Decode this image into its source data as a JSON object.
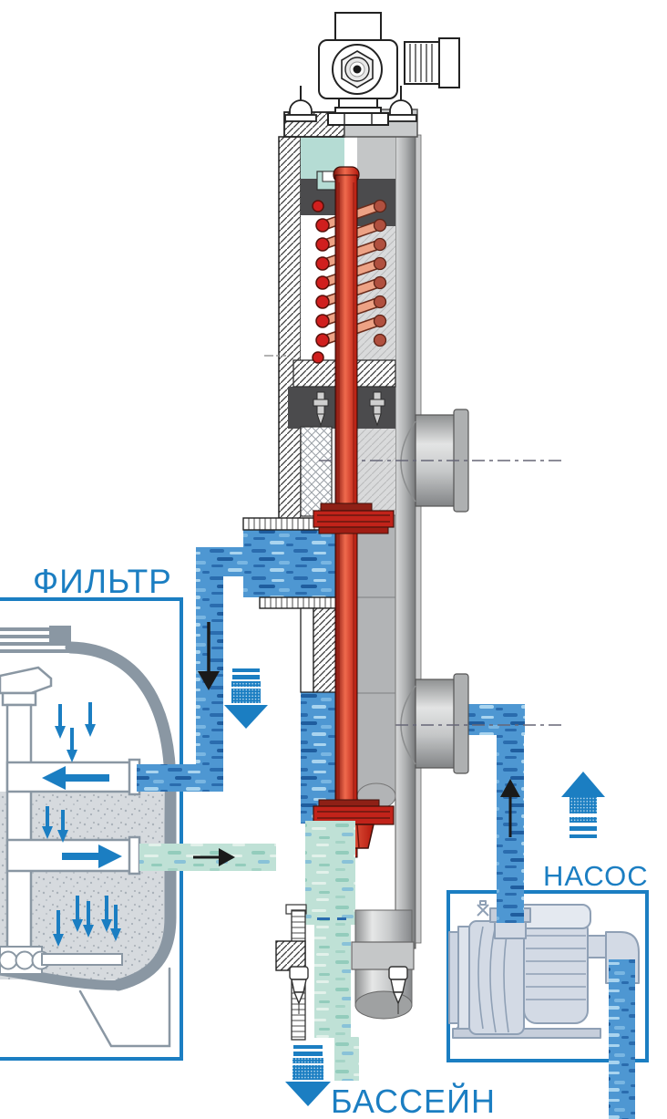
{
  "diagram": {
    "type": "technical-illustration",
    "description": "Cross-section of an automatic backwash valve with spring and stem, connected to a sand filter, a pump and a pool",
    "labels": {
      "filter": "ФИЛЬТР",
      "pump": "НАСОС",
      "pool": "БАССЕЙН"
    },
    "colors": {
      "label_blue": "#1b7ec2",
      "box_border": "#1b7ec2",
      "arrow_blue": "#1b7ec2",
      "arrow_black": "#1a1a1a",
      "water_dark_blue": "#4e97d2",
      "water_light_teal": "#bfe1d6",
      "valve_stem_red": "#d8402c",
      "spring_copper": "#eda285",
      "seal_dark_red": "#c1231a",
      "valve_body_gray": "#b9bbbd",
      "gland_dark_gray": "#4b4b4d",
      "filter_outline_gray": "#8a97a3",
      "pump_outline_blue_gray": "#8fa0b5",
      "sand_gray": "#d6dade"
    },
    "flows": [
      {
        "id": "valve-to-filter",
        "direction": "down",
        "water": "dark-blue"
      },
      {
        "id": "inside-filter",
        "direction": "down",
        "water": "dark-blue"
      },
      {
        "id": "filter-to-valve",
        "direction": "right",
        "water": "light-teal"
      },
      {
        "id": "pump-to-valve",
        "direction": "up",
        "water": "dark-blue"
      },
      {
        "id": "valve-to-pool",
        "direction": "down",
        "water": "light-teal"
      }
    ]
  }
}
